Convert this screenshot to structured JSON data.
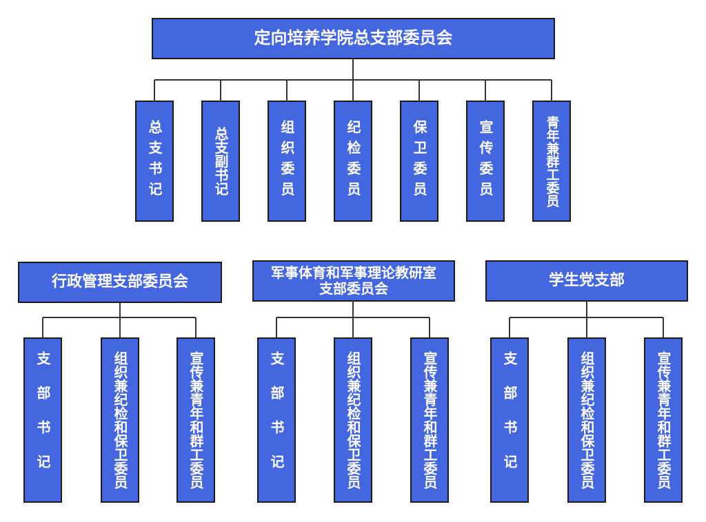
{
  "root": "定向培养学院总支部委员会",
  "top_roles": [
    "总支书记",
    "总支副书记",
    "组织委员",
    "纪检委员",
    "保卫委员",
    "宣传委员",
    "青年兼群工委员"
  ],
  "branches": [
    {
      "title": "行政管理支部委员会",
      "roles": [
        "支部书记",
        "组织兼纪检和保卫委员",
        "宣传兼青年和群工委员"
      ]
    },
    {
      "title": "军事体育和军事理论教研室\n支部委员会",
      "roles": [
        "支部书记",
        "组织兼纪检和保卫委员",
        "宣传兼青年和群工委员"
      ]
    },
    {
      "title": "学生党支部",
      "roles": [
        "支部书记",
        "组织兼纪检和保卫委员",
        "宣传兼青年和群工委员"
      ]
    }
  ],
  "colors": {
    "box_fill": "#4467e0",
    "line": "#333333"
  }
}
